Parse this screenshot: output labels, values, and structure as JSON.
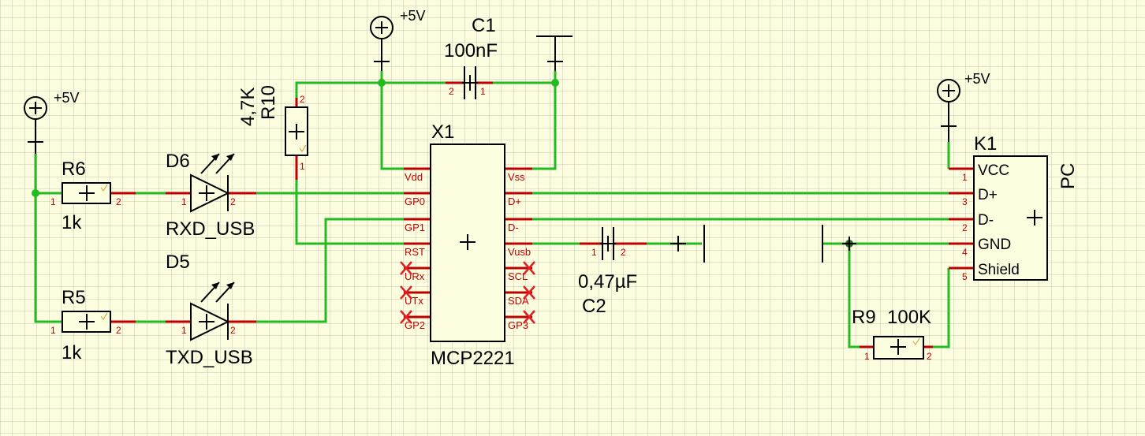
{
  "power": {
    "vcc_label": "+5V"
  },
  "components": {
    "r6": {
      "ref": "R6",
      "value": "1k",
      "pin1": "1",
      "pin2": "2"
    },
    "r5": {
      "ref": "R5",
      "value": "1k",
      "pin1": "1",
      "pin2": "2"
    },
    "r10": {
      "ref": "R10",
      "value": "4,7K",
      "pin1": "1",
      "pin2": "2"
    },
    "r9": {
      "ref": "R9",
      "value": "100K",
      "pin1": "1",
      "pin2": "2"
    },
    "d6": {
      "ref": "D6",
      "value": "RXD_USB",
      "pin1": "1",
      "pin2": "2"
    },
    "d5": {
      "ref": "D5",
      "value": "TXD_USB",
      "pin1": "1",
      "pin2": "2"
    },
    "c1": {
      "ref": "C1",
      "value": "100nF",
      "pin1": "1",
      "pin2": "2"
    },
    "c2": {
      "ref": "C2",
      "value": "0,47µF",
      "pin1": "1",
      "pin2": "2"
    },
    "x1": {
      "ref": "X1",
      "value": "MCP2221",
      "pins_left": [
        "Vdd",
        "GP0",
        "GP1",
        "RST",
        "URx",
        "UTx",
        "GP2"
      ],
      "pins_right": [
        "Vss",
        "D+",
        "D-",
        "Vusb",
        "SCL",
        "SDA",
        "GP3"
      ]
    },
    "k1": {
      "ref": "K1",
      "value": "PC",
      "pins": [
        "VCC",
        "D+",
        "D-",
        "GND",
        "Shield"
      ],
      "pin_numbers": [
        "1",
        "3",
        "2",
        "4",
        "5"
      ]
    }
  },
  "colors": {
    "wire": "#22bb22",
    "lead": "#c00000",
    "grid": "#c8c8b4",
    "background": "#fdfde0",
    "no_connect": "#e02020"
  }
}
